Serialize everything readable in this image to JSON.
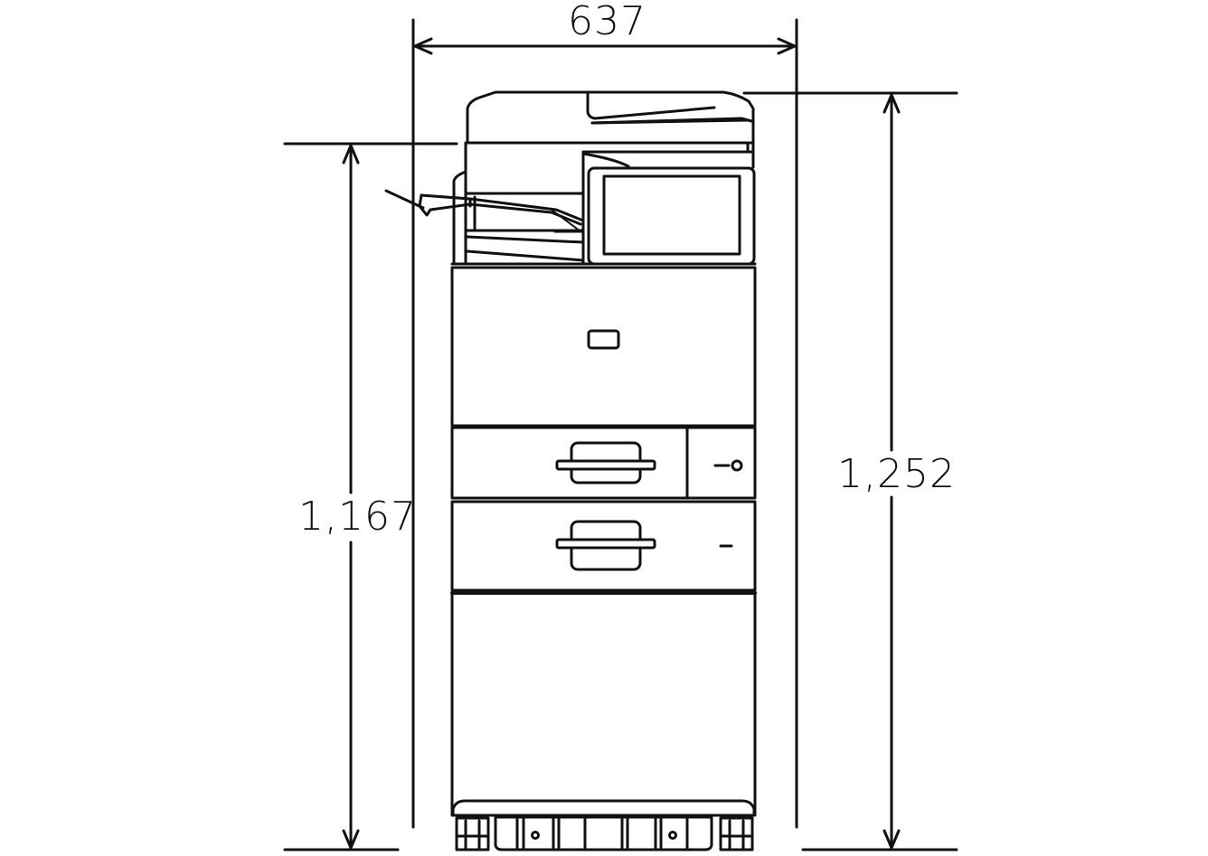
{
  "diagram": {
    "subject": "Multifunction printer — front view dimension drawing",
    "units": "mm",
    "stroke_color": "#111111",
    "background_color": "#ffffff",
    "dimensions": {
      "width": {
        "label": "637",
        "orientation": "horizontal",
        "position": "top"
      },
      "height_without_adf": {
        "label": "1,167",
        "orientation": "vertical",
        "position": "left"
      },
      "height_total": {
        "label": "1,252",
        "orientation": "vertical",
        "position": "right"
      }
    },
    "parts": [
      {
        "name": "document-feeder"
      },
      {
        "name": "output-tray"
      },
      {
        "name": "control-panel-touchscreen"
      },
      {
        "name": "front-cover"
      },
      {
        "name": "paper-tray-1"
      },
      {
        "name": "paper-tray-2"
      },
      {
        "name": "cabinet-stand"
      },
      {
        "name": "casters"
      }
    ]
  }
}
